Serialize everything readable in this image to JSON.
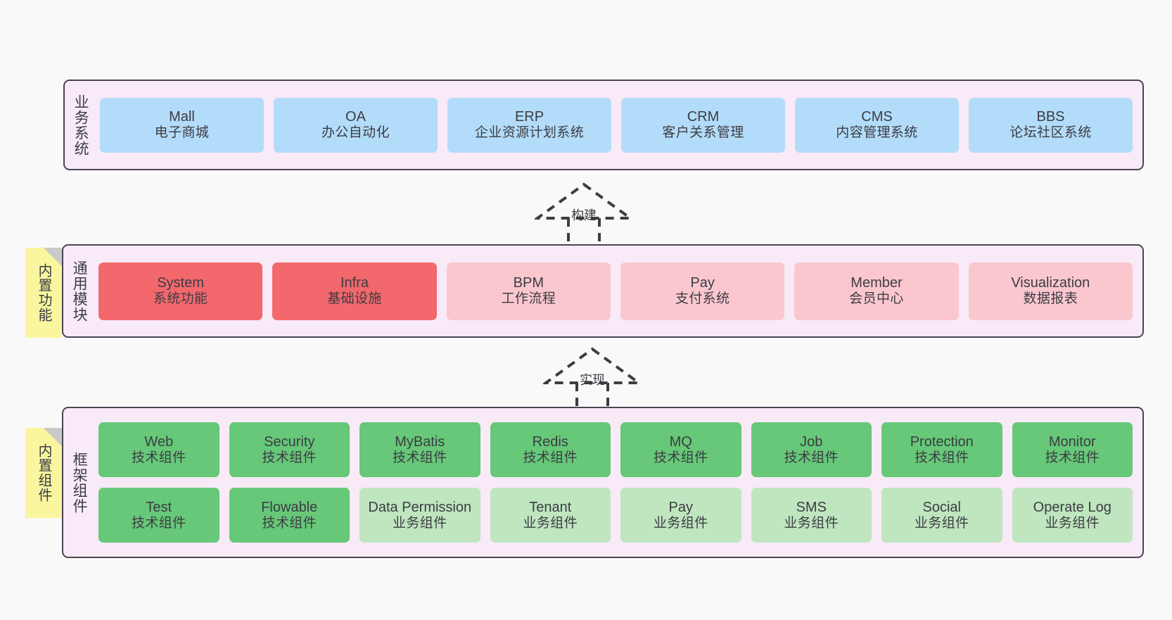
{
  "diagram": {
    "background_color": "#f9f9f9",
    "panel_background": "#f8eaf6",
    "panel_border": "#4a4453"
  },
  "business": {
    "title": "业务系统",
    "cards": [
      {
        "en": "Mall",
        "cn": "电子商城"
      },
      {
        "en": "OA",
        "cn": "办公自动化"
      },
      {
        "en": "ERP",
        "cn": "企业资源计划系统"
      },
      {
        "en": "CRM",
        "cn": "客户关系管理"
      },
      {
        "en": "CMS",
        "cn": "内容管理系统"
      },
      {
        "en": "BBS",
        "cn": "论坛社区系统"
      }
    ]
  },
  "modules": {
    "title": "通用模块",
    "sticky": "内置功能",
    "sticky_color": "#faf6a0",
    "cards": [
      {
        "en": "System",
        "cn": "系统功能",
        "color": "#f2686d",
        "style": "c-red"
      },
      {
        "en": "Infra",
        "cn": "基础设施",
        "color": "#f2686d",
        "style": "c-red"
      },
      {
        "en": "BPM",
        "cn": "工作流程",
        "color": "#fbc7cf",
        "style": "c-pink"
      },
      {
        "en": "Pay",
        "cn": "支付系统",
        "color": "#fbc7cf",
        "style": "c-pink"
      },
      {
        "en": "Member",
        "cn": "会员中心",
        "color": "#fbc7cf",
        "style": "c-pink"
      },
      {
        "en": "Visualization",
        "cn": "数据报表",
        "color": "#fbc7cf",
        "style": "c-pink"
      }
    ]
  },
  "framework": {
    "title": "框架组件",
    "sticky": "内置组件",
    "sticky_color": "#faf6a0",
    "row1": [
      {
        "en": "Web",
        "cn": "技术组件"
      },
      {
        "en": "Security",
        "cn": "技术组件"
      },
      {
        "en": "MyBatis",
        "cn": "技术组件"
      },
      {
        "en": "Redis",
        "cn": "技术组件"
      },
      {
        "en": "MQ",
        "cn": "技术组件"
      },
      {
        "en": "Job",
        "cn": "技术组件"
      },
      {
        "en": "Protection",
        "cn": "技术组件"
      },
      {
        "en": "Monitor",
        "cn": "技术组件"
      }
    ],
    "row2": [
      {
        "en": "Test",
        "cn": "技术组件",
        "style": "c-green"
      },
      {
        "en": "Flowable",
        "cn": "技术组件",
        "style": "c-green"
      },
      {
        "en": "Data Permission",
        "cn": "业务组件",
        "style": "c-lightgreen"
      },
      {
        "en": "Tenant",
        "cn": "业务组件",
        "style": "c-lightgreen"
      },
      {
        "en": "Pay",
        "cn": "业务组件",
        "style": "c-lightgreen"
      },
      {
        "en": "SMS",
        "cn": "业务组件",
        "style": "c-lightgreen"
      },
      {
        "en": "Social",
        "cn": "业务组件",
        "style": "c-lightgreen"
      },
      {
        "en": "Operate Log",
        "cn": "业务组件",
        "style": "c-lightgreen"
      }
    ]
  },
  "connectors": [
    {
      "label": "构建",
      "from": "通用模块",
      "to": "业务系统"
    },
    {
      "label": "实现",
      "from": "框架组件",
      "to": "通用模块"
    }
  ]
}
